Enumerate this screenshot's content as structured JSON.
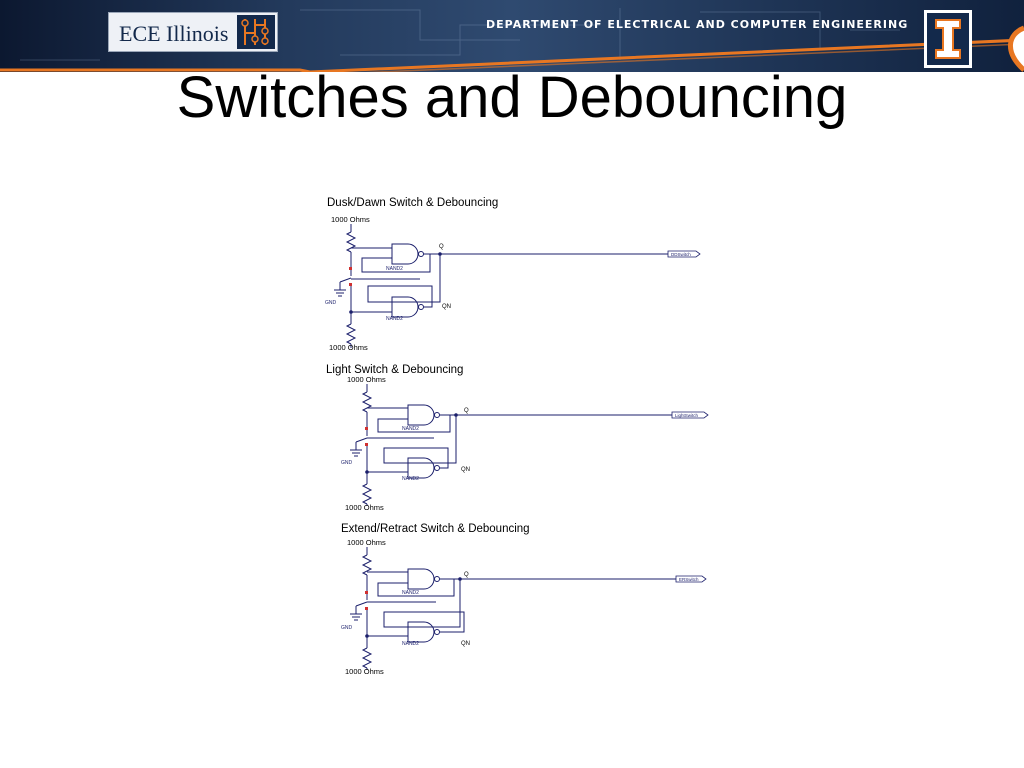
{
  "header": {
    "logo_text": "ECE Illinois",
    "department": "DEPARTMENT OF ELECTRICAL AND COMPUTER ENGINEERING"
  },
  "slide": {
    "title": "Switches and Debouncing"
  },
  "circuits": [
    {
      "heading": "Dusk/Dawn Switch & Debouncing",
      "top_resistor": "1000 Ohms",
      "bottom_resistor": "1000 Ohms",
      "gate_top": "NAND2",
      "gate_bottom": "NAND2",
      "q_label": "Q",
      "qn_label": "QN",
      "ground_label": "GND",
      "output_port": "DDSwitch"
    },
    {
      "heading": "Light Switch & Debouncing",
      "top_resistor": "1000 Ohms",
      "bottom_resistor": "1000 Ohms",
      "gate_top": "NAND2",
      "gate_bottom": "NAND2",
      "q_label": "Q",
      "qn_label": "QN",
      "ground_label": "GND",
      "output_port": "LightSwitch"
    },
    {
      "heading": "Extend/Retract Switch & Debouncing",
      "top_resistor": "1000 Ohms",
      "bottom_resistor": "1000 Ohms",
      "gate_top": "NAND2",
      "gate_bottom": "NAND2",
      "q_label": "Q",
      "qn_label": "QN",
      "ground_label": "GND",
      "output_port": "ERSwitch"
    }
  ],
  "colors": {
    "banner_navy": "#13294b",
    "accent_orange": "#e87722",
    "wire_navy": "#1b1f6b",
    "switch_contact_red": "#d03030"
  }
}
